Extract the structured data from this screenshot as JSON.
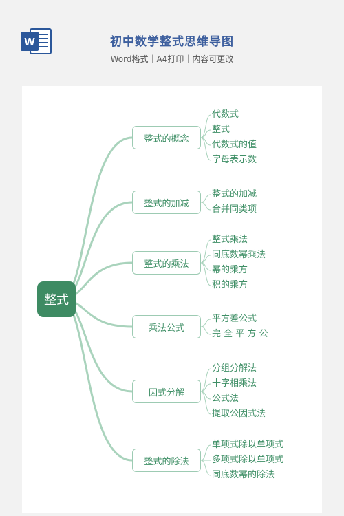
{
  "header": {
    "title": "初中数学整式思维导图",
    "subtitle": "Word格式｜A4打印｜内容可更改",
    "icon": "word-icon",
    "icon_letter": "W",
    "icon_color": "#2b579a"
  },
  "colors": {
    "root": "#3e8b63",
    "branch_text": "#3f8f66",
    "branch_border": "#9dcbb3",
    "connector": "#a9d3bc"
  },
  "mindmap": {
    "root": "整式",
    "branches": [
      {
        "label": "整式的概念",
        "leaves": [
          "代数式",
          "整式",
          "代数式的值",
          "字母表示数"
        ]
      },
      {
        "label": "整式的加减",
        "leaves": [
          "整式的加减",
          "合并同类项"
        ]
      },
      {
        "label": "整式的乘法",
        "leaves": [
          "整式乘法",
          "同底数幂乘法",
          "幂的乘方",
          "积的乘方"
        ]
      },
      {
        "label": "乘法公式",
        "leaves": [
          "平方差公式",
          "完 全 平 方 公"
        ]
      },
      {
        "label": "因式分解",
        "leaves": [
          "分组分解法",
          "十字相乘法",
          "公式法",
          "提取公因式法"
        ]
      },
      {
        "label": "整式的除法",
        "leaves": [
          "单项式除以单项式",
          "多项式除以单项式",
          "同底数幂的除法"
        ]
      }
    ]
  }
}
